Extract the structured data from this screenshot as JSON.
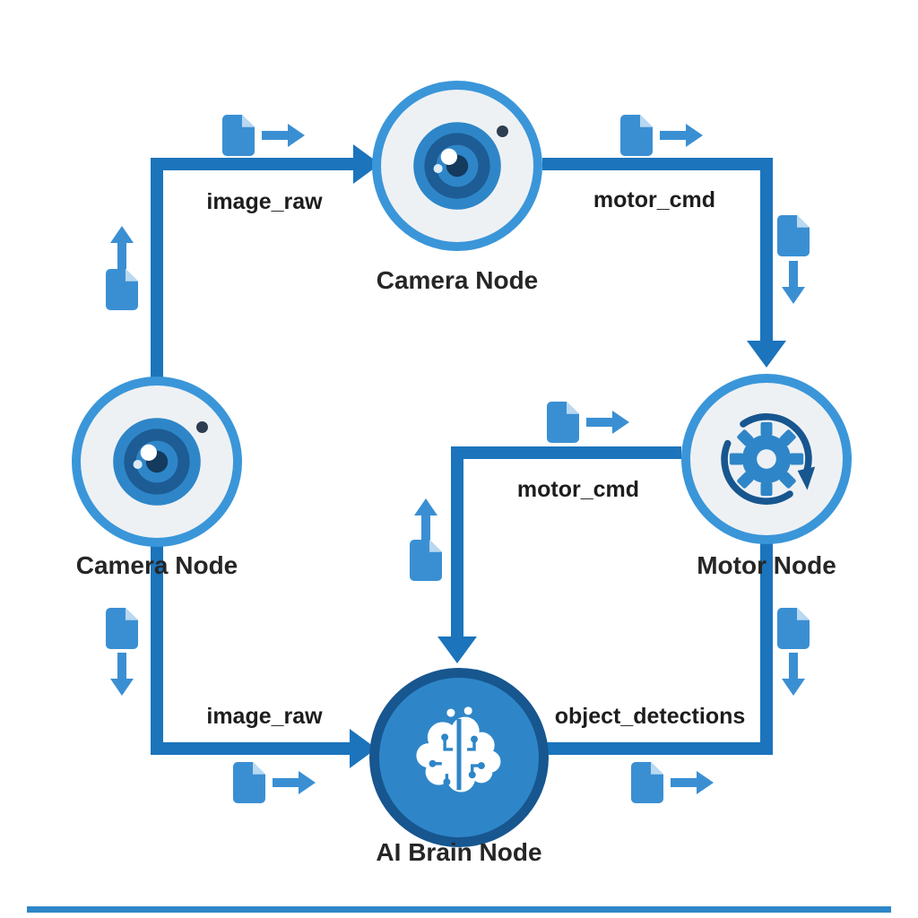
{
  "colors": {
    "edge": "#1b74bc",
    "small_icon": "#3a8fd3",
    "node_ring": "#3a96d9",
    "node_fill": "#eef1f4",
    "brain_ring": "#17568f",
    "brain_fill": "#2e86c8",
    "text": "#262626"
  },
  "nodes": {
    "camera_top": {
      "label": "Camera Node",
      "icon": "camera-lens-icon"
    },
    "camera_left": {
      "label": "Camera Node",
      "icon": "camera-lens-icon"
    },
    "motor": {
      "label": "Motor Node",
      "icon": "gear-rotation-icon"
    },
    "brain": {
      "label": "AI Brain Node",
      "icon": "brain-circuit-icon"
    }
  },
  "edges": {
    "top_left": {
      "label": "image_raw"
    },
    "top_right": {
      "label": "motor_cmd"
    },
    "middle": {
      "label": "motor_cmd"
    },
    "bottom_left": {
      "label": "image_raw"
    },
    "bottom_right": {
      "label": "object_detections"
    }
  }
}
